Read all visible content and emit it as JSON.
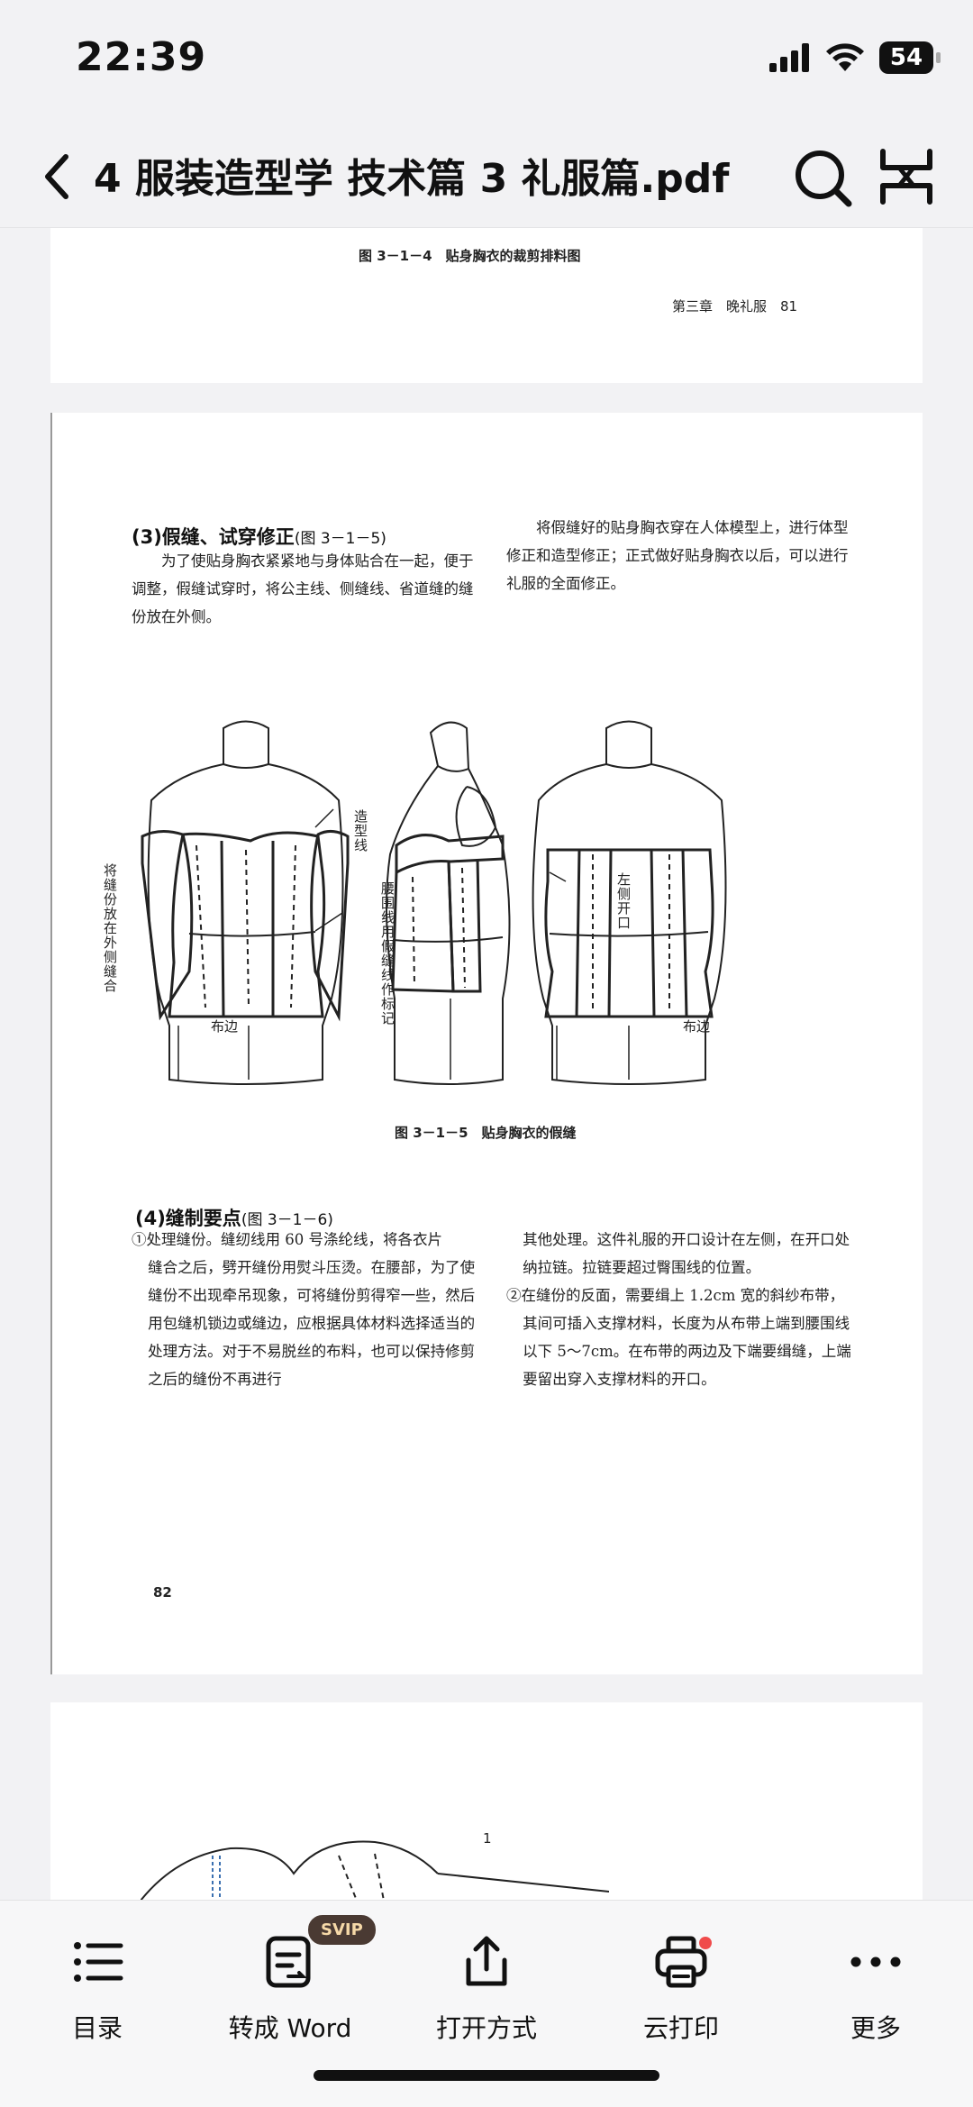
{
  "status_bar": {
    "time": "22:39",
    "battery": "54"
  },
  "header": {
    "title": "4 服装造型学 技术篇 3 礼服篇.pdf"
  },
  "pages": {
    "page1": {
      "figure_caption": "图 3－1－4　贴身胸衣的裁剪排料图",
      "running_head": "第三章　晚礼服　81"
    },
    "page2": {
      "section3_title": "(3)假缝、试穿修正",
      "section3_ref": "(图 3－1－5)",
      "section3_text": "为了使贴身胸衣紧紧地与身体贴合在一起，便于调整，假缝试穿时，将公主线、侧缝线、省道缝的缝份放在外侧。",
      "section3_right_text": "将假缝好的贴身胸衣穿在人体模型上，进行体型修正和造型修正；正式做好贴身胸衣以后，可以进行礼服的全面修正。",
      "figure_labels": {
        "seam_outside": "将缝份放在外侧缝合",
        "style_line": "造型线",
        "waistline": "腰围线用假缝线作标记",
        "left_opening": "左侧开口",
        "tape_left": "布边",
        "tape_right": "布边"
      },
      "figure_caption": "图 3－1－5　贴身胸衣的假缝",
      "section4_title": "(4)缝制要点",
      "section4_ref": "(图 3－1－6)",
      "point1_first": "①处理缝份。缝纫线用 60 号涤纶线，将各衣片",
      "point1_rest": "缝合之后，劈开缝份用熨斗压烫。在腰部，为了使缝份不出现牵吊现象，可将缝份剪得窄一些，然后用包缝机锁边或缝边，应根据具体材料选择适当的处理方法。对于不易脱丝的布料，也可以保持修剪之后的缝份不再进行",
      "point1_cont": "其他处理。这件礼服的开口设计在左侧，在开口处纳拉链。拉链要超过臀围线的位置。",
      "point2": "②在缝份的反面，需要缉上 1.2cm 宽的斜纱布带，其间可插入支撑材料，长度为从布带上端到腰围线以下 5～7cm。在布带的两边及下端要缉缝，上端要留出穿入支撑材料的开口。",
      "page_number": "82"
    },
    "page3": {
      "label": "1"
    }
  },
  "toolbar": {
    "items": [
      {
        "label": "目录"
      },
      {
        "label": "转成 Word",
        "badge": "SVIP"
      },
      {
        "label": "打开方式"
      },
      {
        "label": "云打印"
      },
      {
        "label": "更多"
      }
    ]
  }
}
